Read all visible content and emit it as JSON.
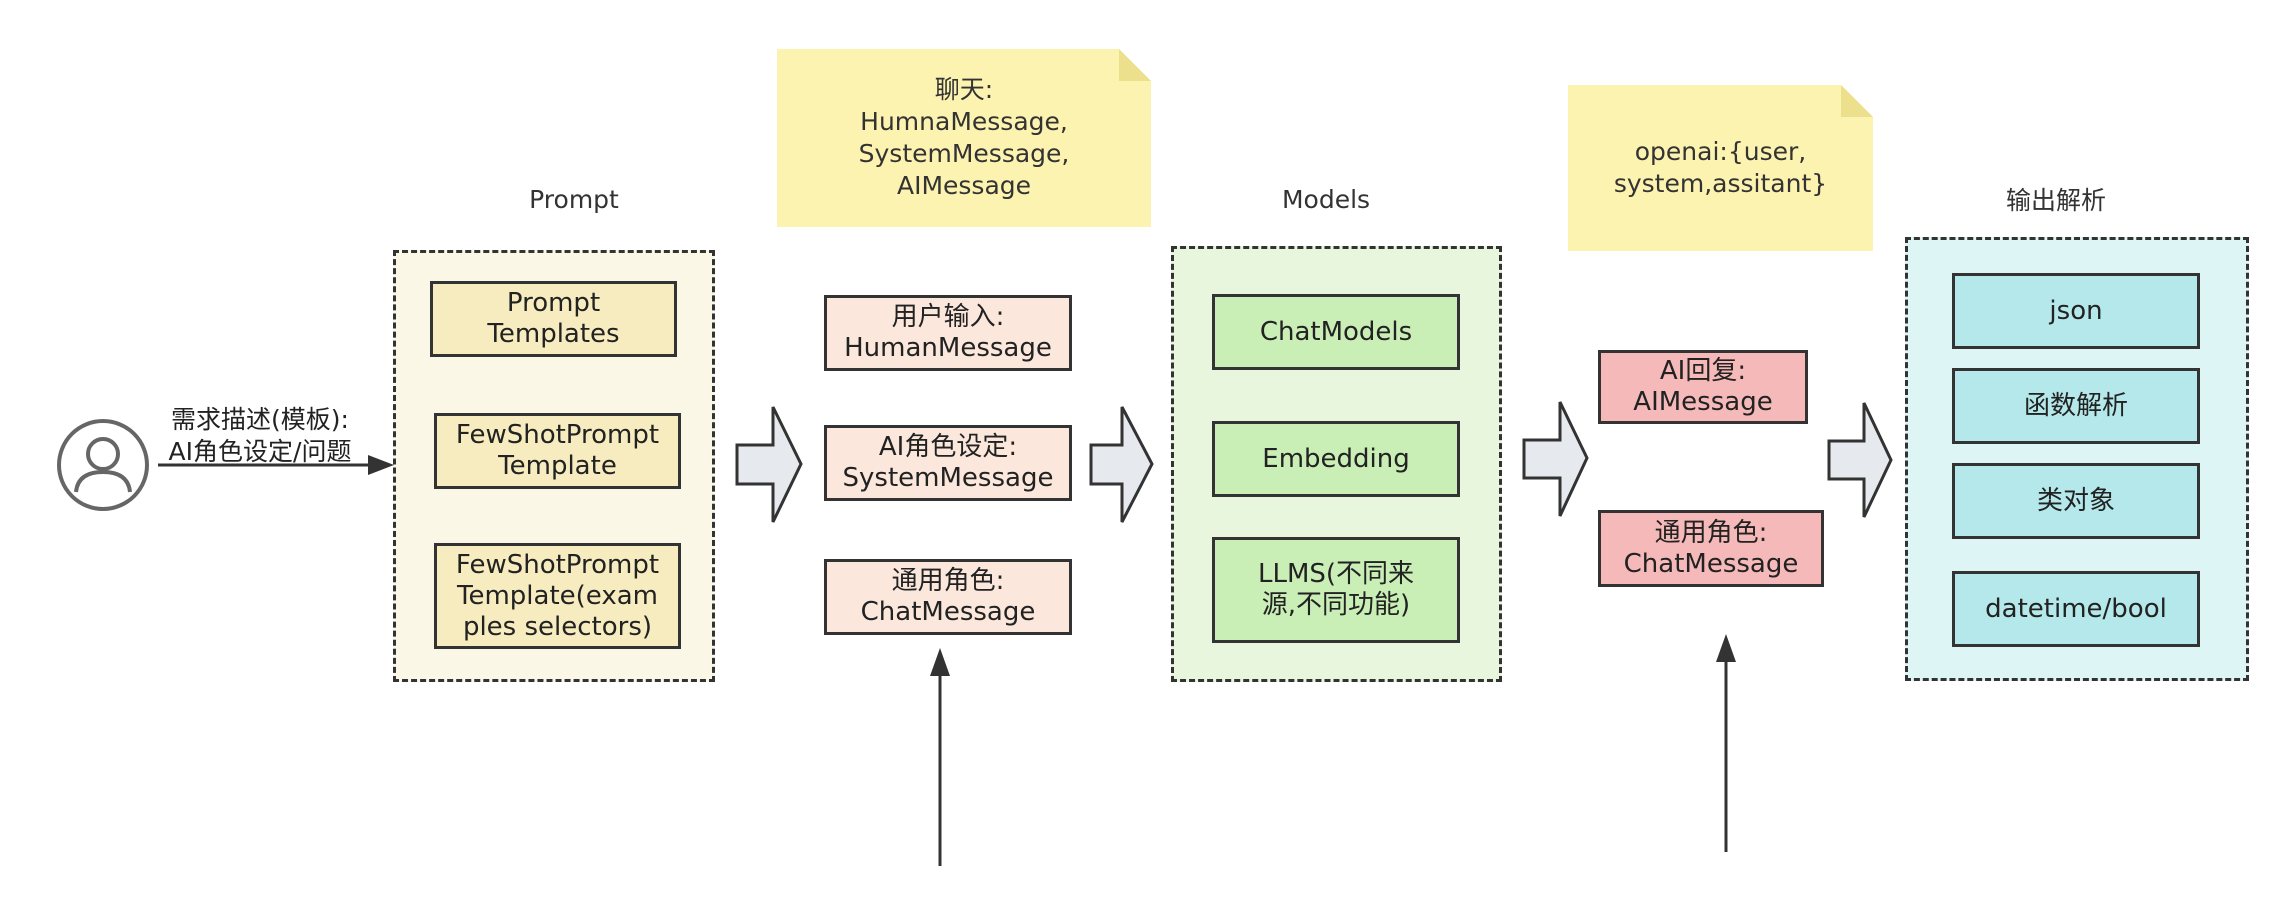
{
  "user": {
    "description_line1": "需求描述(模板):",
    "description_line2": "AI角色设定/问题"
  },
  "prompt": {
    "title": "Prompt",
    "items": [
      "Prompt\nTemplates",
      "FewShotPrompt\nTemplate",
      "FewShotPrompt\nTemplate(exam\nples selectors)"
    ]
  },
  "messages": {
    "note": "聊天:\nHumnaMessage,\nSystemMessage,\nAIMessage",
    "items": [
      "用户输入:\nHumanMessage",
      "AI角色设定:\nSystemMessage",
      "通用角色:\nChatMessage"
    ]
  },
  "models": {
    "title": "Models",
    "items": [
      "ChatModels",
      "Embedding",
      "LLMS(不同来\n源,不同功能)"
    ]
  },
  "responses": {
    "note": "openai:{user,\nsystem,assitant}",
    "items": [
      "AI回复:\nAIMessage",
      "通用角色:\nChatMessage"
    ]
  },
  "output": {
    "title": "输出解析",
    "items": [
      "json",
      "函数解析",
      "类对象",
      "datetime/bool"
    ]
  },
  "colors": {
    "prompt_group_bg": "#fbf7e6",
    "prompt_item_bg": "#f7ecbf",
    "message_item_bg": "#fbe7dc",
    "note_bg": "#fdf3b0",
    "note_fold": "#ece08c",
    "models_group_bg": "#e7f6dc",
    "models_item_bg": "#c9efb6",
    "response_item_bg": "#f6b9b9",
    "output_group_bg": "#def5f6",
    "output_item_bg": "#b5e8ea",
    "arrow_fill": "#e6eaee",
    "stroke": "#333333"
  }
}
